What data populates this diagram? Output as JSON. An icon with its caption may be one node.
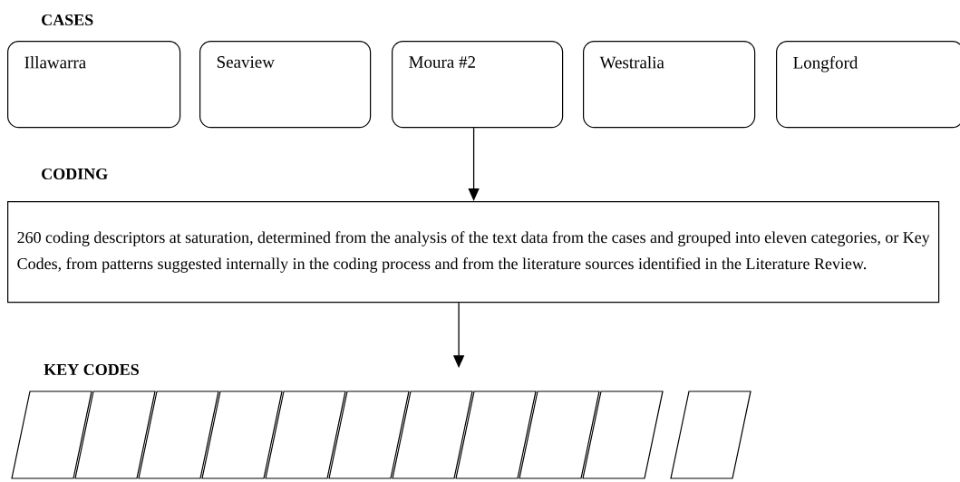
{
  "diagram": {
    "nodes": [
      {
        "text": [
          "Illawarra"
        ]
      },
      {
        "text": [
          "Seaview"
        ]
      },
      {
        "text": [
          "Moura #2"
        ]
      },
      {
        "text": [
          "Westralia"
        ]
      },
      {
        "text": [
          "Longford"
        ]
      },
      {
        "text": [
          "260 coding descriptors at saturation, determined from the analysis of the text data from the cases and grouped into eleven categories, or Key Codes, from patterns suggested internally in the coding process and from the literature sources identified in the Literature Review."
        ]
      },
      {
        "text": [],
        "shape": "parallelogram"
      },
      {
        "text": [],
        "shape": "parallelogram"
      },
      {
        "text": [],
        "shape": "parallelogram"
      },
      {
        "text": [],
        "shape": "parallelogram"
      },
      {
        "text": [],
        "shape": "parallelogram"
      },
      {
        "text": [],
        "shape": "parallelogram"
      },
      {
        "text": [],
        "shape": "parallelogram"
      },
      {
        "text": [],
        "shape": "parallelogram"
      },
      {
        "text": [],
        "shape": "parallelogram"
      },
      {
        "text": [],
        "shape": "parallelogram"
      },
      {
        "text": [],
        "shape": "parallelogram"
      }
    ],
    "edges": [
      {
        "from": 2,
        "to": 5,
        "arrow": "to"
      },
      {
        "from": 5,
        "to": null,
        "arrow": "to"
      }
    ],
    "labels": [
      "CASES",
      "CODING",
      "KEY CODES"
    ]
  }
}
